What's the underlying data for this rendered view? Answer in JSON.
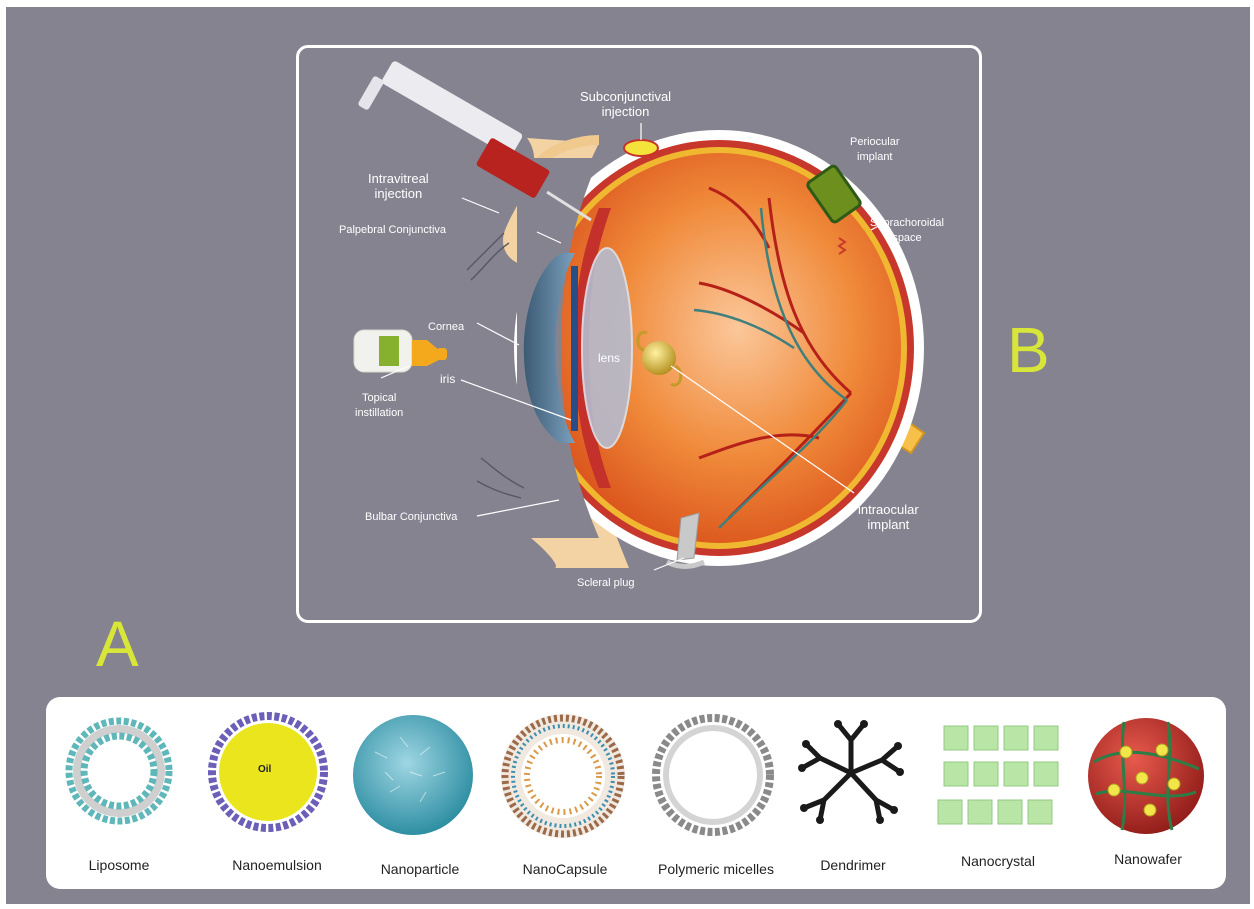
{
  "panel_b": {
    "letter": "B",
    "labels": {
      "intravitreal": [
        "Intravitreal",
        "injection"
      ],
      "subconjunctival": [
        "Subconjunctival",
        "injection"
      ],
      "periocular": [
        "Periocular",
        "implant"
      ],
      "suprachoroidal": [
        "Suprachoroidal",
        "space"
      ],
      "palpebral": "Palpebral Conjunctiva",
      "cornea": "Cornea",
      "iris": "iris",
      "lens": "lens",
      "topical": [
        "Topical",
        "instillation"
      ],
      "bulbar": "Bulbar Conjunctiva",
      "intraocular": [
        "intraocular",
        "implant"
      ],
      "scleral": "Scleral plug"
    }
  },
  "panel_a": {
    "letter": "A",
    "oil_label": "Oil",
    "items": [
      "Liposome",
      "Nanoemulsion",
      "Nanoparticle",
      "NanoCapsule",
      "Polymeric micelles",
      "Dendrimer",
      "Nanocrystal",
      "Nanowafer"
    ]
  },
  "colors": {
    "background": "#858390",
    "accent_letter": "#d8e63a",
    "eye_retina": "#e8641c",
    "sclera": "#ffffff",
    "nanoemulsion_core": "#ebe51e",
    "nanowafer": "#c62a2a"
  }
}
